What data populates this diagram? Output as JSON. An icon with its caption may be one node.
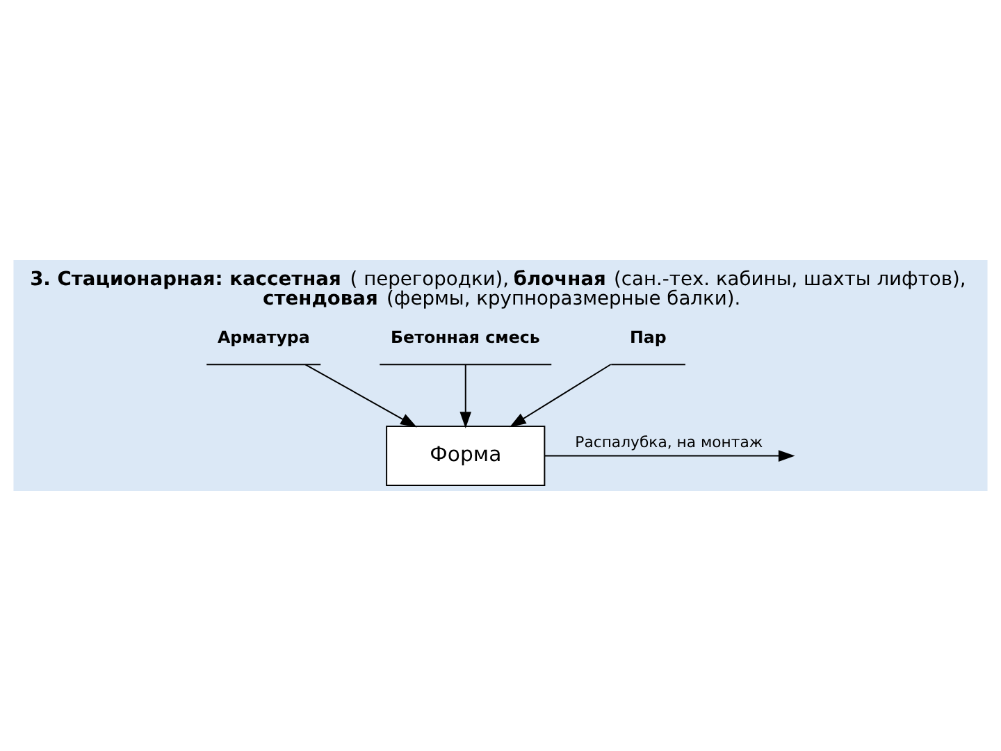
{
  "diagram": {
    "title": "**3. Стационарная: кассетная** ( перегородки), **блочная** (сан.-тех. кабины, шахты лифтов), **стендовая** (фермы, крупноразмерные балки).",
    "nodes": [
      {
        "text": [
          "Арматура"
        ]
      },
      {
        "text": [
          "Бетонная смесь"
        ]
      },
      {
        "text": [
          "Пар"
        ]
      },
      {
        "text": [
          "Форма"
        ]
      }
    ],
    "edges": [
      {
        "from": 0,
        "to": 3,
        "arrow": "to"
      },
      {
        "from": 1,
        "to": 3,
        "arrow": "to"
      },
      {
        "from": 2,
        "to": 3,
        "arrow": "to"
      },
      {
        "from": 3,
        "to": null,
        "arrow": "to",
        "label": "Распалубка, на монтаж"
      }
    ]
  }
}
